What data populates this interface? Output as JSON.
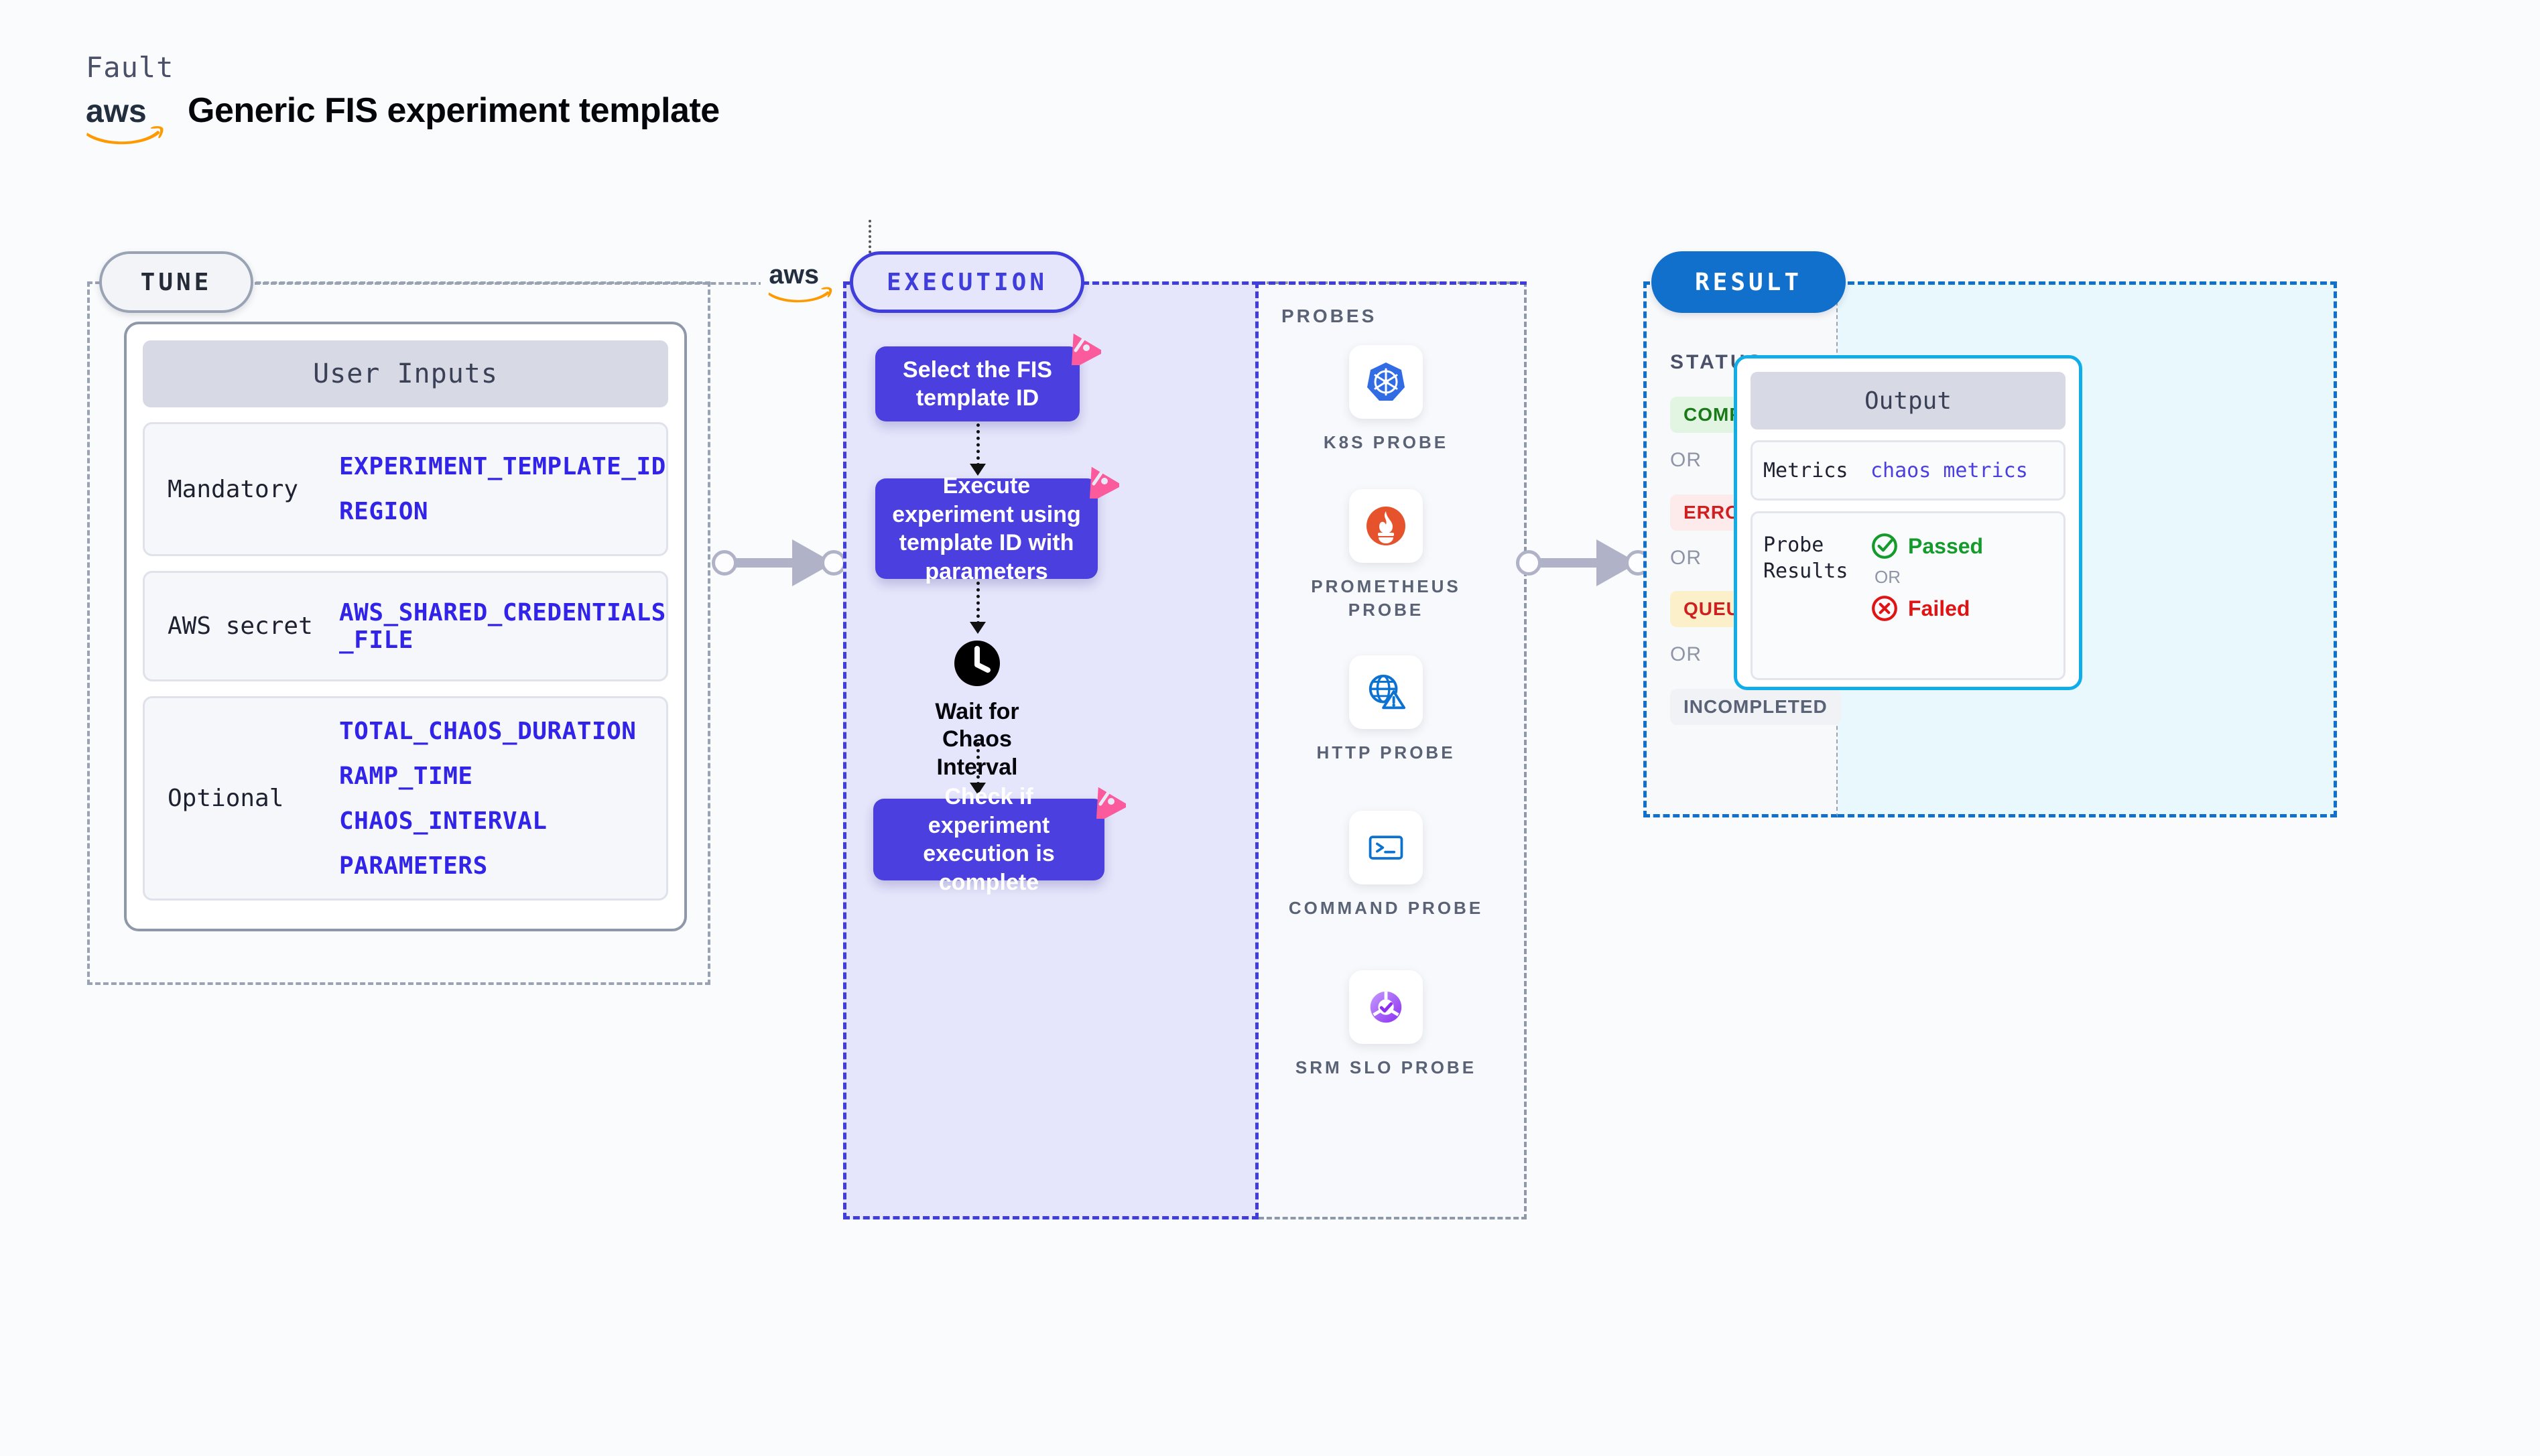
{
  "header": {
    "kicker": "Fault",
    "title": "Generic FIS experiment template",
    "logo_icon": "aws-logo-icon"
  },
  "tune": {
    "pill_label": "TUNE",
    "aws_icon": "aws-logo-icon",
    "card_title": "User Inputs",
    "rows": [
      {
        "label": "Mandatory",
        "values": [
          "EXPERIMENT_TEMPLATE_ID",
          "REGION"
        ]
      },
      {
        "label": "AWS secret",
        "values": [
          "AWS_SHARED_CREDENTIALS\n_FILE"
        ]
      },
      {
        "label": "Optional",
        "values": [
          "TOTAL_CHAOS_DURATION",
          "RAMP_TIME",
          "CHAOS_INTERVAL",
          "PARAMETERS"
        ]
      }
    ]
  },
  "execution": {
    "pill_label": "EXECUTION",
    "steps": [
      {
        "text": "Select the FIS template ID",
        "badge_icon": "litmus-logo-icon"
      },
      {
        "text": "Execute experiment using template ID with parameters",
        "badge_icon": "litmus-logo-icon"
      },
      {
        "text": "Check if experiment execution is complete",
        "badge_icon": "litmus-logo-icon"
      }
    ],
    "wait": {
      "icon": "clock-icon",
      "label": "Wait for Chaos Interval"
    },
    "probes_title": "PROBES",
    "probes": [
      {
        "label": "K8S PROBE",
        "icon": "kubernetes-icon"
      },
      {
        "label": "PROMETHEUS PROBE",
        "icon": "prometheus-icon"
      },
      {
        "label": "HTTP PROBE",
        "icon": "http-globe-warning-icon"
      },
      {
        "label": "COMMAND PROBE",
        "icon": "terminal-icon"
      },
      {
        "label": "SRM SLO PROBE",
        "icon": "srm-slo-donut-icon"
      }
    ]
  },
  "result": {
    "pill_label": "RESULT",
    "status_title": "STATUS",
    "or_label": "OR",
    "statuses": [
      {
        "label": "COMPLETED",
        "bg": "#e2f5e2",
        "fg": "#1a7a1a"
      },
      {
        "label": "ERRORED",
        "bg": "#fdeaea",
        "fg": "#cf1f1f"
      },
      {
        "label": "QUEUED",
        "bg": "#fcf0cb",
        "fg": "#cf1f1f"
      },
      {
        "label": "INCOMPLETED",
        "bg": "#f1f2f6",
        "fg": "#5a6276"
      }
    ],
    "output": {
      "title": "Output",
      "metrics_key": "Metrics",
      "metrics_value": "chaos metrics",
      "probe_key": "Probe Results",
      "passed_label": "Passed",
      "passed_color": "#159b2c",
      "passed_icon": "check-circle-icon",
      "or_label": "OR",
      "failed_label": "Failed",
      "failed_color": "#e01414",
      "failed_icon": "x-circle-icon"
    }
  },
  "connectors": [
    {
      "name": "tune-to-execution-arrow"
    },
    {
      "name": "execution-to-result-arrow"
    }
  ]
}
